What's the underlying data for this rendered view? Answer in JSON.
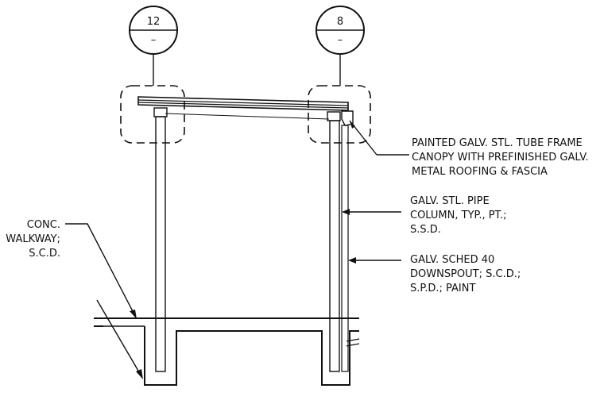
{
  "detail_tags": [
    {
      "number": "12",
      "sheet": "–"
    },
    {
      "number": "8",
      "sheet": "–"
    }
  ],
  "callouts": {
    "canopy": [
      "PAINTED GALV. STL. TUBE FRAME",
      "CANOPY WITH PREFINISHED GALV.",
      "METAL ROOFING & FASCIA"
    ],
    "column": [
      "GALV. STL. PIPE",
      "COLUMN, TYP., PT.;",
      "S.S.D."
    ],
    "downspout": [
      "GALV. SCHED 40",
      "DOWNSPOUT; S.C.D.;",
      "S.P.D.; PAINT"
    ],
    "walkway": [
      "CONC.",
      "WALKWAY;",
      "S.C.D."
    ]
  },
  "colors": {
    "line": "#111111",
    "background": "#ffffff"
  }
}
